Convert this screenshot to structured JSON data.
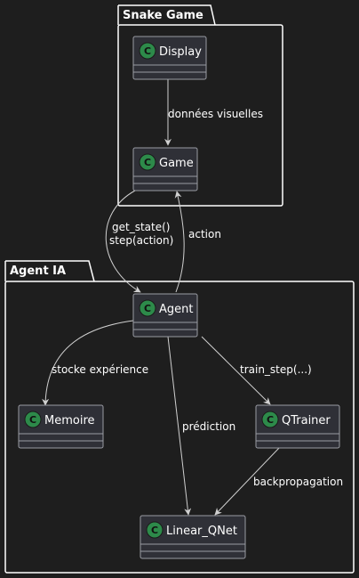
{
  "colors": {
    "background": "#1e1e1e",
    "package_stroke": "#ffffff",
    "class_fill": "#2f3037",
    "class_stroke": "#9a9ca3",
    "class_icon_fill": "#2d8a4a",
    "edge": "#d0d0d0",
    "text": "#ffffff"
  },
  "class_icon_letter": "C",
  "packages": {
    "snake": {
      "title": "Snake Game"
    },
    "agent": {
      "title": "Agent IA"
    }
  },
  "classes": {
    "display": {
      "name": "Display"
    },
    "game": {
      "name": "Game"
    },
    "agent": {
      "name": "Agent"
    },
    "memoire": {
      "name": "Memoire"
    },
    "qtrainer": {
      "name": "QTrainer"
    },
    "linear_qnet": {
      "name": "Linear_QNet"
    }
  },
  "edges": {
    "display_game": {
      "label": "données visuelles"
    },
    "game_agent": {
      "label_line1": "get_state()",
      "label_line2": "step(action)"
    },
    "agent_game": {
      "label": "action"
    },
    "agent_memoire": {
      "label": "stocke expérience"
    },
    "agent_qtrainer": {
      "label": "train_step(...)"
    },
    "agent_linear": {
      "label": "prédiction"
    },
    "qtrainer_linear": {
      "label": "backpropagation"
    }
  }
}
